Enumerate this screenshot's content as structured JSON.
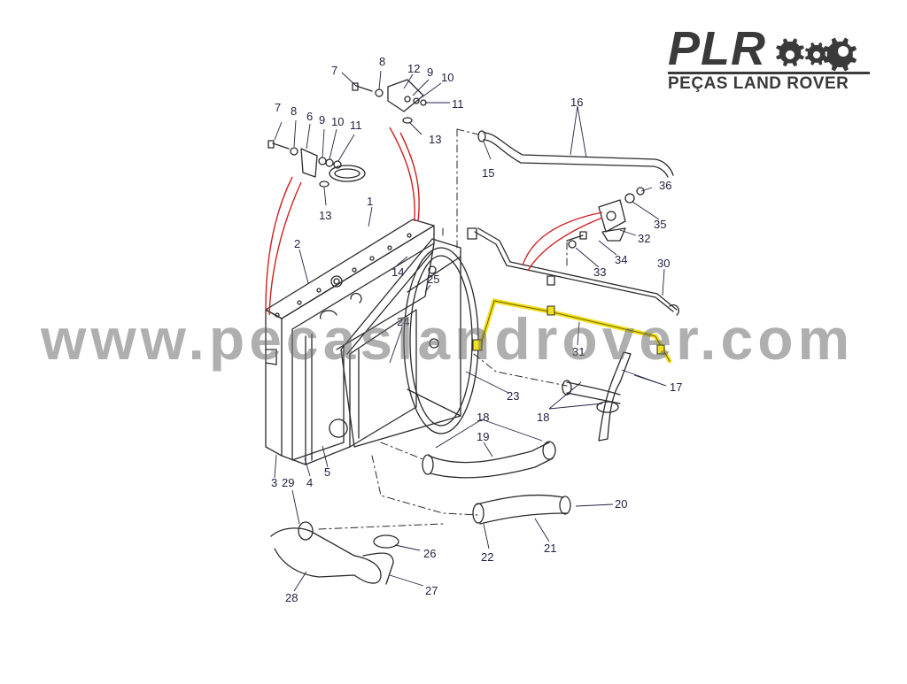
{
  "logo": {
    "name": "PLR",
    "tagline": "PEÇAS LAND ROVER"
  },
  "watermark": "www.pecaslandrover.com",
  "colors": {
    "line": "#2a2a2a",
    "label": "#222244",
    "highlight_red": "#d02020",
    "highlight_yellow": "#f2e020",
    "watermark": "#8a8a8a",
    "logo": "#3a3a3a"
  },
  "part_numbers": [
    "1",
    "2",
    "3",
    "4",
    "5",
    "6",
    "7",
    "8",
    "9",
    "10",
    "11",
    "12",
    "13",
    "14",
    "15",
    "16",
    "17",
    "18",
    "19",
    "20",
    "21",
    "22",
    "23",
    "24",
    "25",
    "26",
    "27",
    "28",
    "29",
    "30",
    "31",
    "32",
    "33",
    "34",
    "35",
    "36"
  ]
}
